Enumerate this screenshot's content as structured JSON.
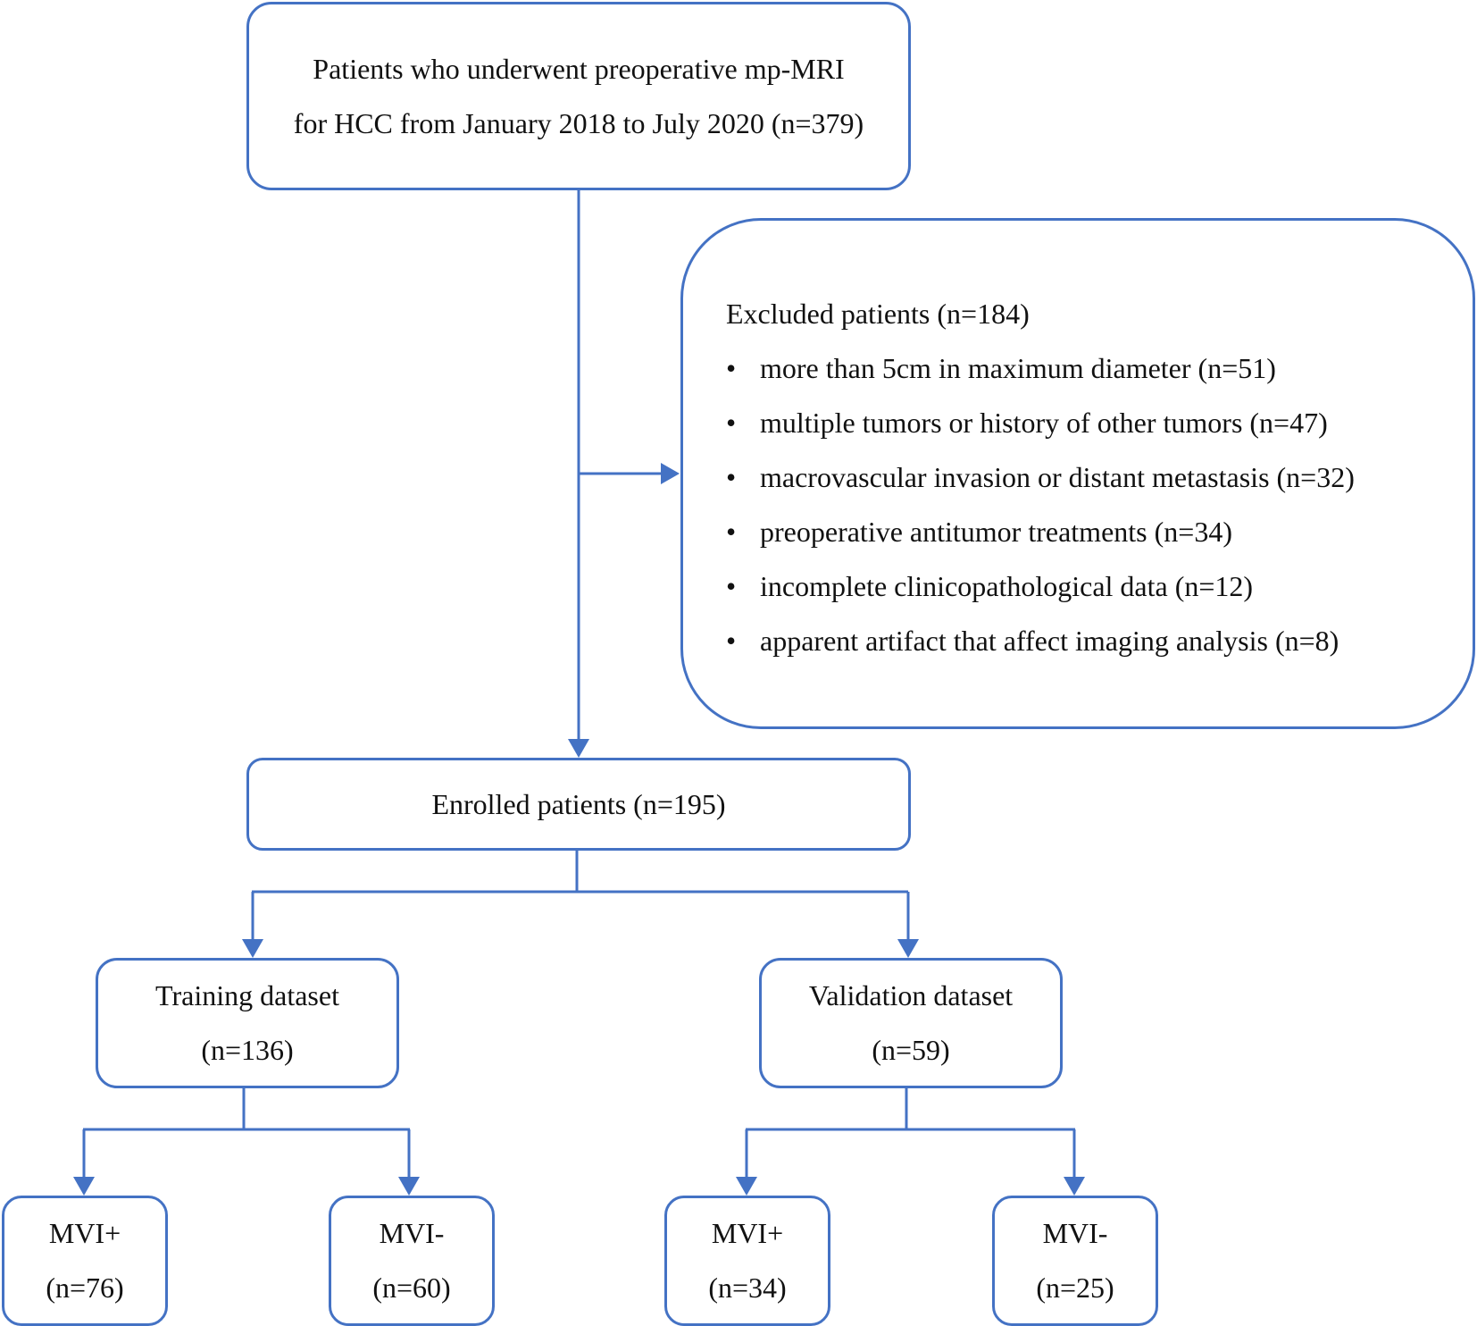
{
  "colors": {
    "border": "#4472c4",
    "text": "#111111",
    "background": "#ffffff"
  },
  "screened": {
    "line1": "Patients who underwent preoperative mp-MRI",
    "line2": "for HCC from January 2018 to July 2020 (n=379)"
  },
  "excluded": {
    "title": "Excluded patients (n=184)",
    "bullet_char": "•",
    "items": [
      "more than 5cm in maximum diameter (n=51)",
      "multiple tumors or history of other tumors (n=47)",
      "macrovascular invasion or distant metastasis (n=32)",
      "preoperative antitumor treatments (n=34)",
      "incomplete clinicopathological data (n=12)",
      "apparent artifact that affect imaging analysis (n=8)"
    ]
  },
  "enrolled": {
    "label": "Enrolled patients (n=195)"
  },
  "training": {
    "line1": "Training dataset",
    "line2": "(n=136)"
  },
  "validation": {
    "line1": "Validation dataset",
    "line2": "(n=59)"
  },
  "training_pos": {
    "line1": "MVI+",
    "line2": "(n=76)"
  },
  "training_neg": {
    "line1": "MVI-",
    "line2": "(n=60)"
  },
  "validation_pos": {
    "line1": "MVI+",
    "line2": "(n=34)"
  },
  "validation_neg": {
    "line1": "MVI-",
    "line2": "(n=25)"
  }
}
